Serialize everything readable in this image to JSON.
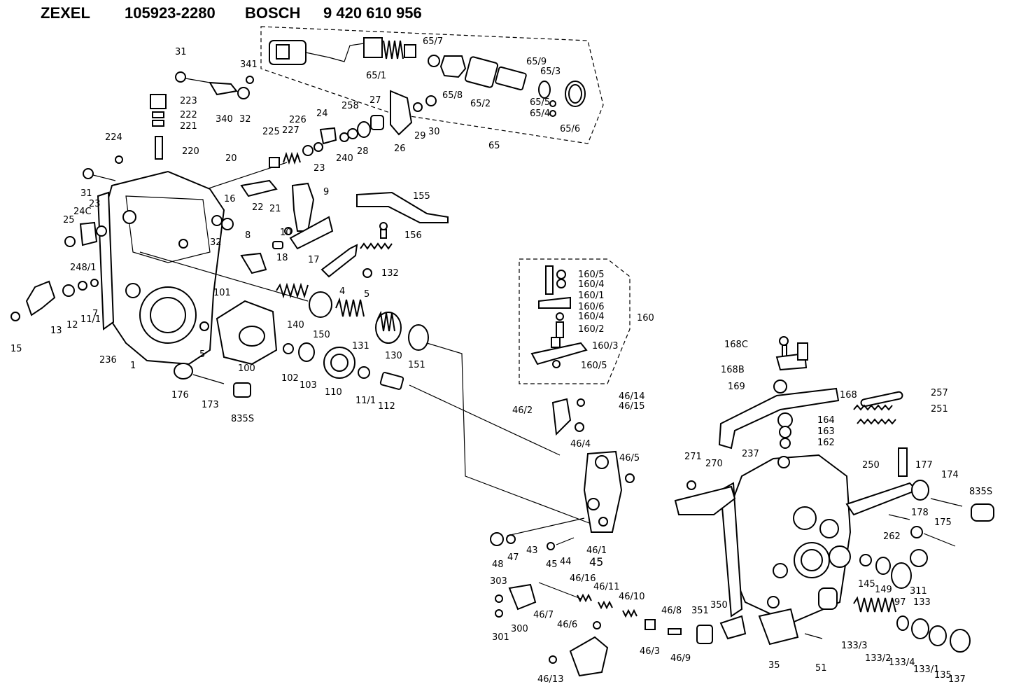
{
  "header": {
    "brand": "ZEXEL",
    "zexel_number": "105923-2280",
    "maker": "BOSCH",
    "bosch_number": "9 420 610 956"
  },
  "labels": {
    "l31a": "31",
    "l341": "341",
    "l223": "223",
    "l222": "222",
    "l221": "221",
    "l220": "220",
    "l340": "340",
    "l32a": "32",
    "l224": "224",
    "l31b": "31",
    "l65_7": "65/7",
    "l65_1": "65/1",
    "l65_8": "65/8",
    "l65_2": "65/2",
    "l65_9": "65/9",
    "l65_3": "65/3",
    "l65_5": "65/5",
    "l65_4": "65/4",
    "l65_6": "65/6",
    "l65": "65",
    "l27": "27",
    "l258": "258",
    "l24a": "24",
    "l226": "226",
    "l225": "225",
    "l227": "227",
    "l23a": "23",
    "l240": "240",
    "l28": "28",
    "l26": "26",
    "l29": "29",
    "l30": "30",
    "l20": "20",
    "l9": "9",
    "l22": "22",
    "l21": "21",
    "l16": "16",
    "l32b": "32",
    "l10": "10",
    "l17": "17",
    "l8": "8",
    "l18": "18",
    "l155": "155",
    "l156": "156",
    "l132": "132",
    "l4": "4",
    "l5a": "5",
    "l23b": "23",
    "l24c": "24C",
    "l25": "25",
    "l248_1": "248/1",
    "l12": "12",
    "l11_1a": "11/1",
    "l7": "7",
    "l13": "13",
    "l15": "15",
    "l236": "236",
    "l1": "1",
    "l5b": "5",
    "l101": "101",
    "l140": "140",
    "l150": "150",
    "l131": "131",
    "l130": "130",
    "l151": "151",
    "l100": "100",
    "l102": "102",
    "l103": "103",
    "l110": "110",
    "l11_1b": "11/1",
    "l112": "112",
    "l176": "176",
    "l173": "173",
    "l835s_a": "835S",
    "l160_5a": "160/5",
    "l160_4a": "160/4",
    "l160_1": "160/1",
    "l160_6": "160/6",
    "l160_4b": "160/4",
    "l160_2": "160/2",
    "l160_3": "160/3",
    "l160_5b": "160/5",
    "l160": "160",
    "l46_14": "46/14",
    "l46_2": "46/2",
    "l46_15": "46/15",
    "l46_4": "46/4",
    "l46_5": "46/5",
    "l46_1": "46/1",
    "l45a": "45",
    "l45b": "45",
    "l44": "44",
    "l43": "43",
    "l47": "47",
    "l48": "48",
    "l303": "303",
    "l300": "300",
    "l301": "301",
    "l46_7": "46/7",
    "l46_16": "46/16",
    "l46_11": "46/11",
    "l46_10": "46/10",
    "l46_6": "46/6",
    "l46_8": "46/8",
    "l46_3": "46/3",
    "l46_9": "46/9",
    "l46_13": "46/13",
    "l168c": "168C",
    "l168b": "168B",
    "l169": "169",
    "l168": "168",
    "l257": "257",
    "l251": "251",
    "l164": "164",
    "l163": "163",
    "l162": "162",
    "l271": "271",
    "l270": "270",
    "l237": "237",
    "l250": "250",
    "l177": "177",
    "l174": "174",
    "l835s_b": "835S",
    "l178": "178",
    "l262": "262",
    "l175": "175",
    "l145": "145",
    "l149": "149",
    "l97": "97",
    "l311": "311",
    "l133": "133",
    "l351": "351",
    "l350": "350",
    "l35": "35",
    "l51": "51",
    "l133_3": "133/3",
    "l133_2": "133/2",
    "l133_4": "133/4",
    "l133_1": "133/1",
    "l135": "135",
    "l137": "137"
  }
}
